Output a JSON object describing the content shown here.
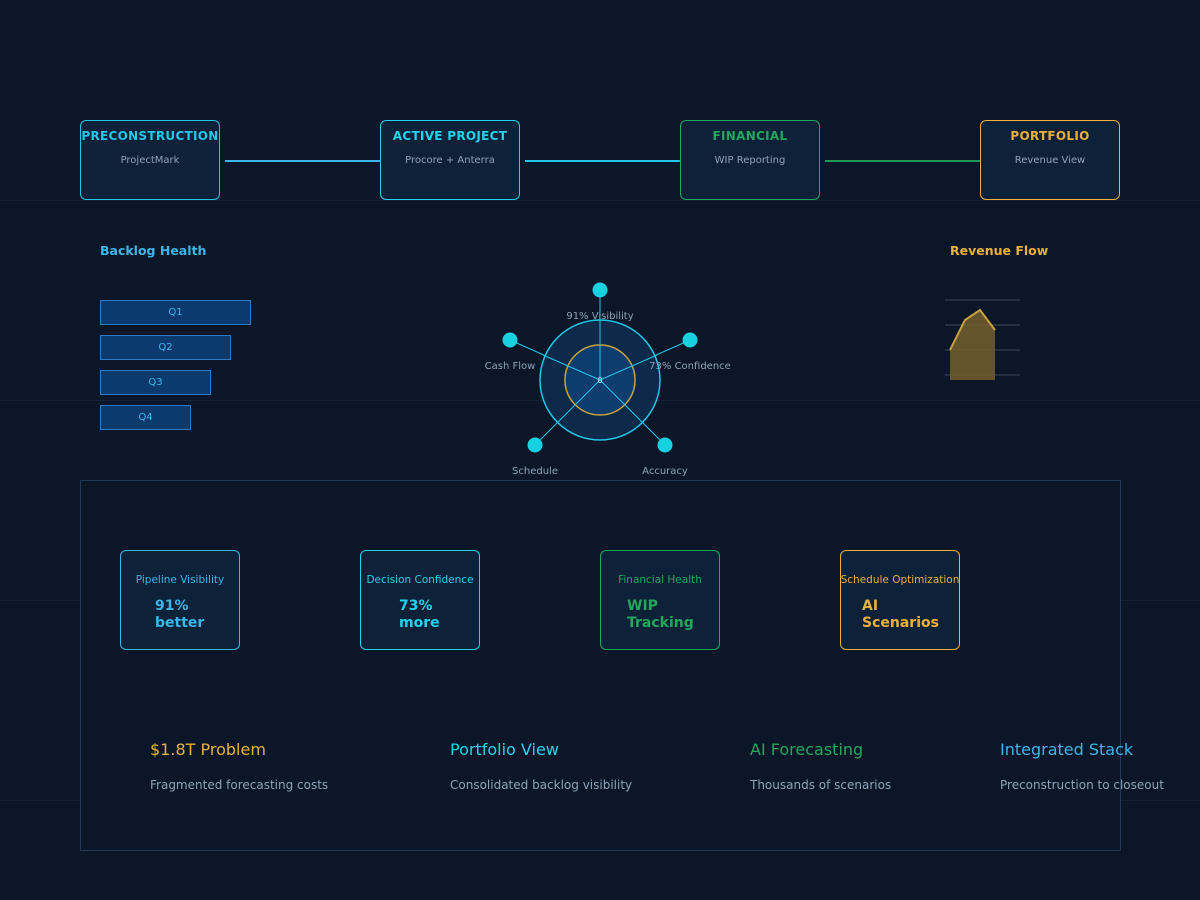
{
  "pipeline": {
    "stages": [
      {
        "title": "PRECONSTRUCTION",
        "subtitle": "ProjectMark",
        "color": "#22c6e8"
      },
      {
        "title": "ACTIVE PROJECT",
        "subtitle": "Procore + Anterra",
        "color": "#22d3ee"
      },
      {
        "title": "FINANCIAL",
        "subtitle": "WIP Reporting",
        "color": "#22a85a"
      },
      {
        "title": "PORTFOLIO",
        "subtitle": "Revenue View",
        "color": "#e8b23a"
      }
    ]
  },
  "backlog": {
    "title": "Backlog Health",
    "quarters": [
      {
        "label": "Q1"
      },
      {
        "label": "Q2"
      },
      {
        "label": "Q3"
      },
      {
        "label": "Q4"
      }
    ]
  },
  "radar": {
    "center_label": "0",
    "spokes": [
      {
        "label": "91% Visibility"
      },
      {
        "label": "73% Confidence"
      },
      {
        "label": "Accuracy"
      },
      {
        "label": "Schedule"
      },
      {
        "label": "Cash Flow"
      }
    ]
  },
  "revenue": {
    "title": "Revenue Flow"
  },
  "metrics": [
    {
      "label": "Pipeline Visibility",
      "value_line1": "91%",
      "value_line2": "better",
      "color": "#3cb6ea"
    },
    {
      "label": "Decision Confidence",
      "value_line1": "73%",
      "value_line2": "more",
      "color": "#22d3ee"
    },
    {
      "label": "Financial Health",
      "value_line1": "WIP",
      "value_line2": "Tracking",
      "color": "#22a85a"
    },
    {
      "label": "Schedule Optimization",
      "value_line1": "AI",
      "value_line2": "Scenarios",
      "color": "#e8b23a"
    }
  ],
  "features": [
    {
      "title": "$1.8T Problem",
      "description": "Fragmented forecasting costs",
      "color": "#e8b23a"
    },
    {
      "title": "Portfolio View",
      "description": "Consolidated backlog visibility",
      "color": "#22d3ee"
    },
    {
      "title": "AI Forecasting",
      "description": "Thousands of scenarios",
      "color": "#22a85a"
    },
    {
      "title": "Integrated Stack",
      "description": "Preconstruction to closeout",
      "color": "#3cb6ea"
    }
  ]
}
